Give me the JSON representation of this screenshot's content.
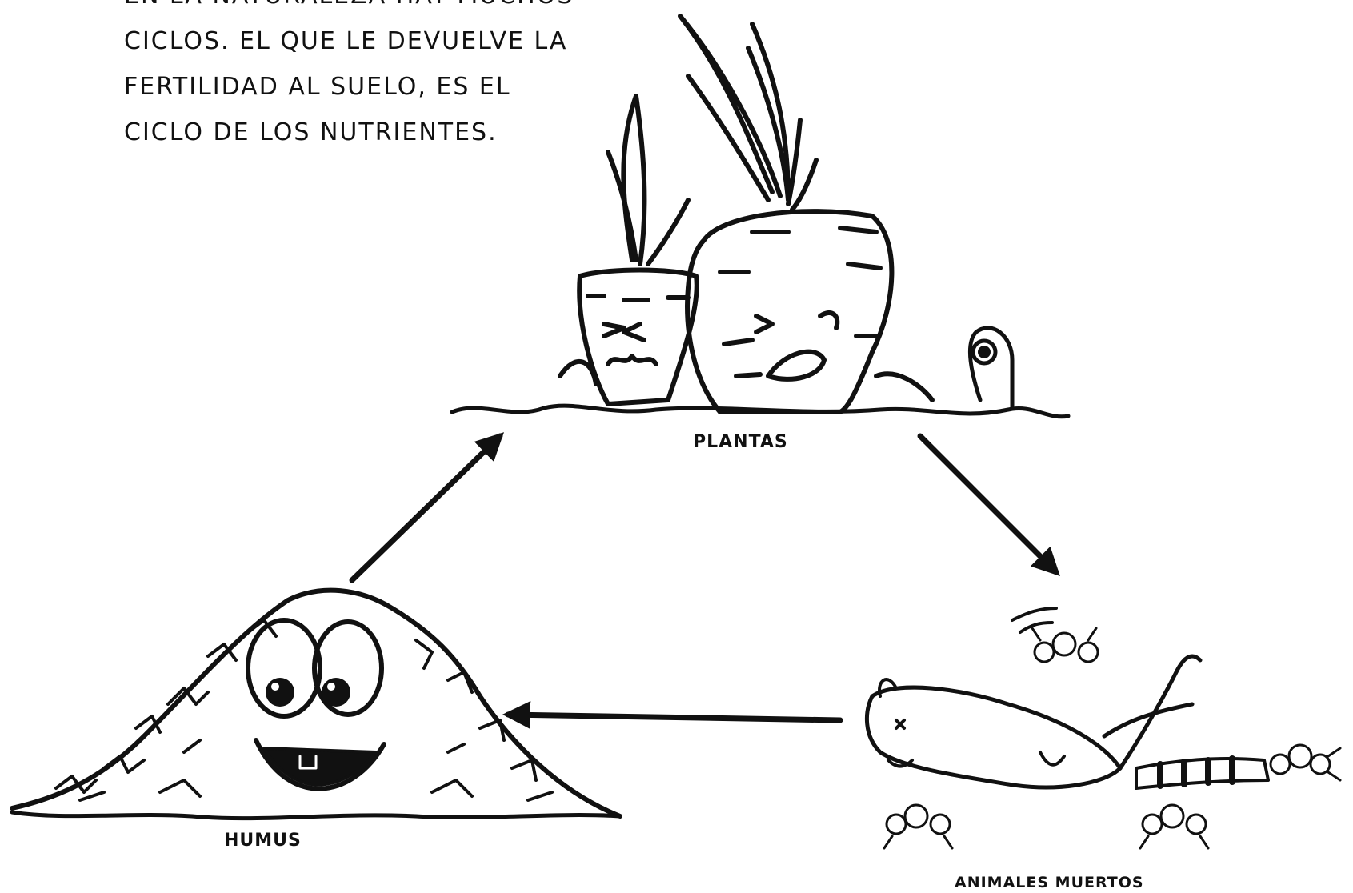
{
  "intro_text": {
    "line1": "EN LA NATURALEZA HAY MUCHOS",
    "line2": "CICLOS. EL QUE LE DEVUELVE LA",
    "line3": "FERTILIDAD AL SUELO, ES EL",
    "line4": "CICLO DE LOS NUTRIENTES."
  },
  "nodes": {
    "plantas": "PLANTAS",
    "animales_muertos": "ANIMALES MUERTOS",
    "humus": "HUMUS"
  },
  "colors": {
    "ink": "#111111",
    "paper": "#ffffff"
  }
}
